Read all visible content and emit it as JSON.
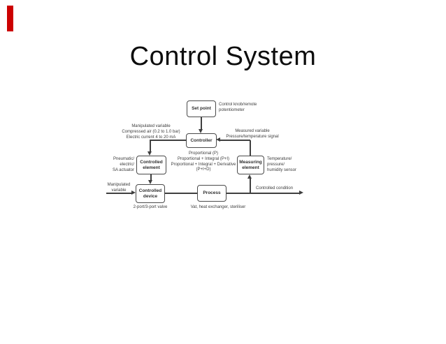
{
  "slide": {
    "title": "Control System",
    "accent_color": "#cc0000"
  },
  "diagram": {
    "boxes": {
      "set_point": "Set point",
      "controller": "Controller",
      "controlled_element": "Controlled\nelement",
      "measuring_element": "Measuring\nelement",
      "controlled_device": "Controlled\ndevice",
      "process": "Process"
    },
    "labels": {
      "control_knob": "Control knob/remote\npotentiometer",
      "manipulated_top": "Manipulated variable\nCompressed air (0.2 to 1.0 bar)\nElectric current 4 to 20 mA",
      "measured_variable": "Measured variable\nPressure/temperature signal",
      "actuator": "Pneumatic/\nelectric/\nSA actuator",
      "proportional": "Proportional (P)\nProportional + Integral (P+I)\nProportional + Integral + Derivative\n(P+I+D)",
      "sensor": "Temperature/\npressure/\nhumidity sensor",
      "manipulated_left": "Manipulated\nvariable",
      "valve": "2-port/3-port valve",
      "vat": "Vat, heat exchanger, steriliser",
      "controlled_condition": "Controlled condition"
    }
  }
}
